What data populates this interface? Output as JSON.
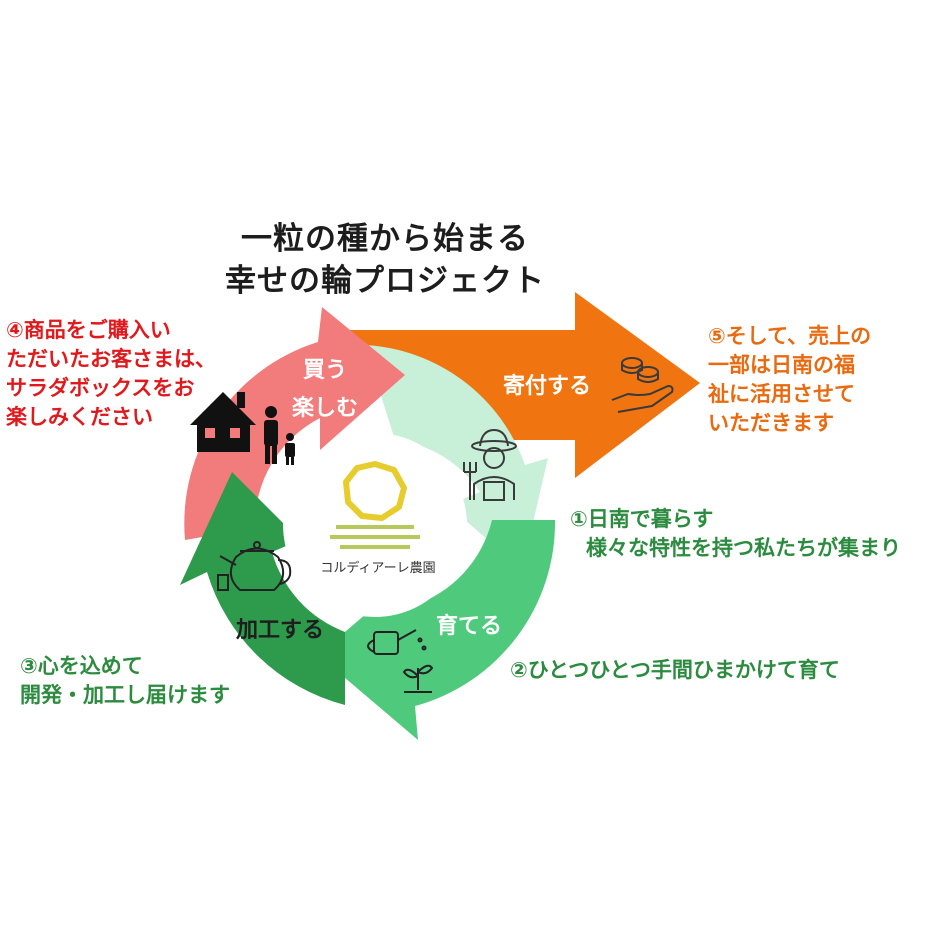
{
  "title": {
    "line1": "一粒の種から始まる",
    "line2": "幸せの輪プロジェクト"
  },
  "steps": {
    "step1": {
      "line1": "①日南で暮らす",
      "line2": "様々な特性を持つ私たちが集まり"
    },
    "step2": {
      "line1": "②ひとつひとつ手間ひまかけて育て"
    },
    "step3": {
      "line1": "③心を込めて",
      "line2": "開発・加工し届けます"
    },
    "step4": {
      "line1": "④商品をご購入い",
      "line2": "ただいたお客さまは、",
      "line3": "サラダボックスをお",
      "line4": "楽しみください"
    },
    "step5": {
      "line1": "⑤そして、売上の",
      "line2": "一部は日南の福",
      "line3": "祉に活用させて",
      "line4": "いただきます"
    }
  },
  "cycle": {
    "buy": {
      "line1": "買う",
      "line2": "楽しむ"
    },
    "grow": "育てる",
    "process": "加工する",
    "donate": "寄付する"
  },
  "logo": {
    "name": "コルディアーレ農園"
  },
  "colors": {
    "pink": "#f27b7b",
    "light_green": "#c8efd7",
    "green": "#4fca7d",
    "dark_green": "#2e9a4c",
    "orange": "#f07511",
    "red_text": "#e0191d",
    "orange_text": "#ea6a10",
    "green_text": "#2b8b3e",
    "logo_yellow": "#e6cc2c",
    "logo_lime": "#b7c95a"
  },
  "icons": [
    "house-icon",
    "family-icon",
    "farmer-icon",
    "coins-hand-icon",
    "teapot-icon",
    "watering-can-icon",
    "sprout-icon",
    "sun-logo-icon"
  ]
}
